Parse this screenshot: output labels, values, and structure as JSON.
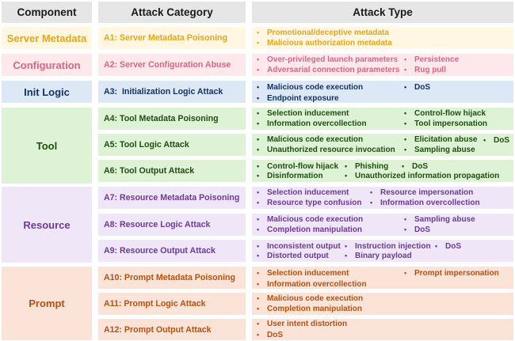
{
  "headers": {
    "component": "Component",
    "category": "Attack Category",
    "type": "Attack Type"
  },
  "colors": {
    "header_bg": "#e6e6e6",
    "server_metadata": {
      "bg": "#fff7e2",
      "fg": "#e3a51c"
    },
    "configuration": {
      "bg": "#fde8ec",
      "fg": "#d5668a"
    },
    "init_logic": {
      "bg": "#dde8f6",
      "fg": "#14305c"
    },
    "tool": {
      "bg": "#def2d6",
      "fg": "#1f4d12"
    },
    "resource": {
      "bg": "#efe6f8",
      "fg": "#6c3a96"
    },
    "prompt": {
      "bg": "#fce3d8",
      "fg": "#b3520f"
    }
  },
  "components": {
    "server_metadata": "Server Metadata",
    "configuration": "Configuration",
    "init_logic": "Init Logic",
    "tool": "Tool",
    "resource": "Resource",
    "prompt": "Prompt"
  },
  "categories": {
    "a1": "A1: Server Metadata Poisoning",
    "a2": "A2: Server Configuration Abuse",
    "a3": "A3:  Initialization Logic Attack",
    "a4": "A4: Tool Metadata Poisoning",
    "a5": "A5: Tool Logic Attack",
    "a6": "A6: Tool Output Attack",
    "a7": "A7: Resource Metadata Poisoning",
    "a8": "A8: Resource Logic Attack",
    "a9": "A9: Resource Output Attack",
    "a10": "A10: Prompt Metadata Poisoning",
    "a11": "A11: Prompt Logic Attack",
    "a12": "A12: Prompt Output Attack"
  },
  "types": {
    "a1": [
      "Promotional/deceptive metadata",
      "Malicious authorization metadata"
    ],
    "a2": [
      "Over-privileged launch parameters",
      "Adversarial connection parameters",
      "Persistence",
      "Rug pull"
    ],
    "a3": [
      "Malicious code execution",
      "Endpoint exposure",
      "DoS"
    ],
    "a4": [
      "Selection inducement",
      "Information overcollection",
      "Control-flow hijack",
      "Tool impersonation"
    ],
    "a5": [
      "Malicious code execution",
      "Unauthorized resource invocation",
      "Elicitation abuse",
      "Sampling abuse",
      "DoS"
    ],
    "a6": [
      "Control-flow hijack",
      "Disinformation",
      "Phishing",
      "Unauthorized information propagation",
      "DoS"
    ],
    "a7": [
      "Selection inducement",
      "Resource type confusion",
      "Resource impersonation",
      "Information overcollection"
    ],
    "a8": [
      "Malicious code execution",
      "Completion manipulation",
      "Sampling abuse",
      "DoS"
    ],
    "a9": [
      "Inconsistent output",
      "Distorted output",
      "Instruction injection",
      "Binary payload",
      "DoS"
    ],
    "a10": [
      "Selection inducement",
      "Information overcollection",
      "Prompt impersonation"
    ],
    "a11": [
      "Malicious code execution",
      "Completion manipulation"
    ],
    "a12": [
      "User intent distortion",
      "DoS"
    ]
  }
}
